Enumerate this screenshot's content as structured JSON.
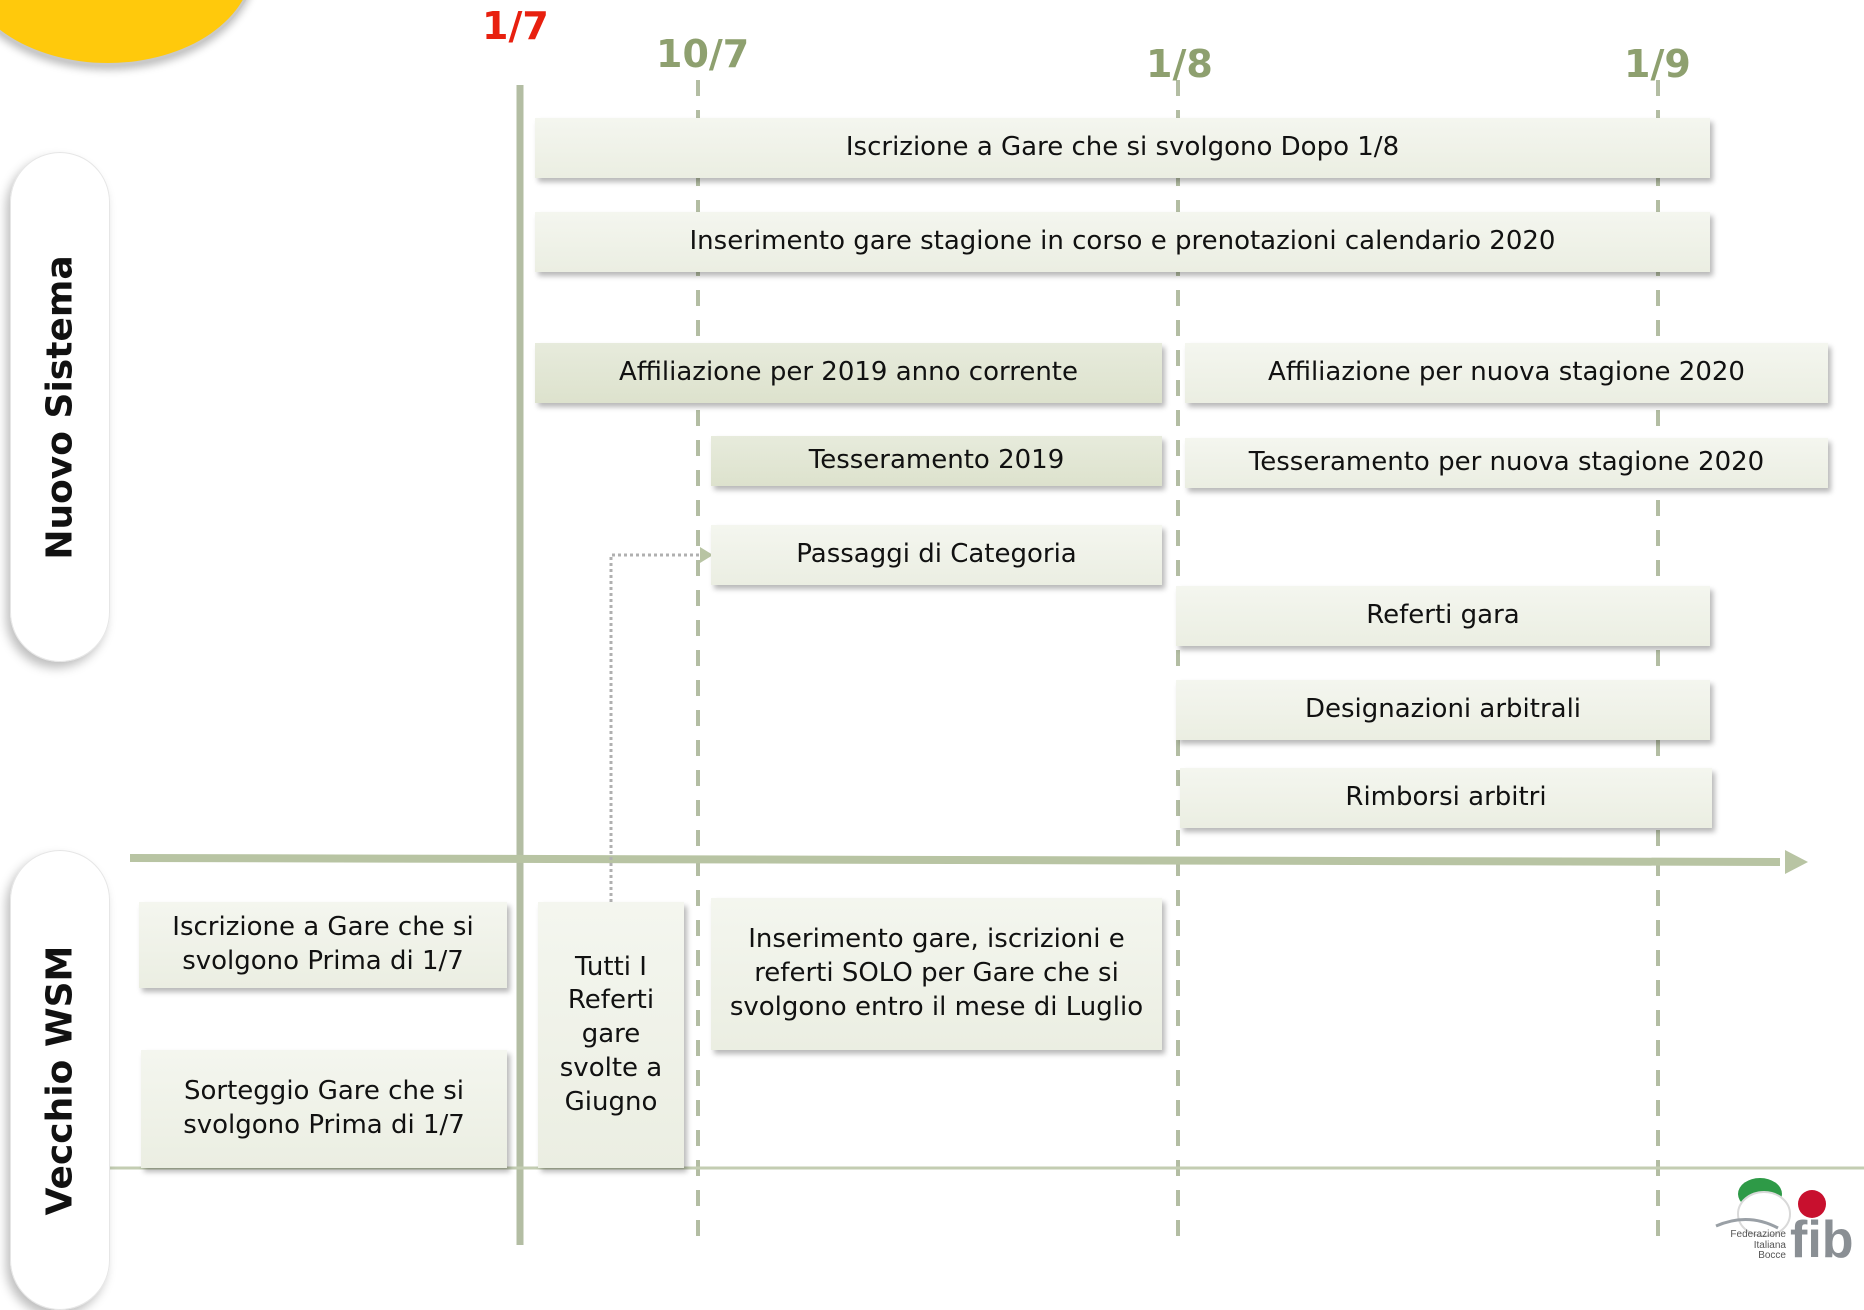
{
  "dates": {
    "d1": "1/7",
    "d2": "10/7",
    "d3": "1/8",
    "d4": "1/9"
  },
  "sections": {
    "nuovo": "Nuovo  Sistema",
    "vecchio": "Vecchio WSM"
  },
  "nuovo_boxes": {
    "iscrizione_dopo": "Iscrizione a Gare che si svolgono Dopo 1/8",
    "inserimento_stagione": "Inserimento gare stagione in corso e prenotazioni calendario 2020",
    "affiliazione_2019": "Affiliazione per 2019 anno corrente",
    "affiliazione_2020": "Affiliazione per nuova stagione 2020",
    "tesseramento_2019": "Tesseramento 2019",
    "tesseramento_2020": "Tesseramento per nuova stagione 2020",
    "passaggi": "Passaggi di Categoria",
    "referti": "Referti gara",
    "designazioni": "Designazioni arbitrali",
    "rimborsi": "Rimborsi arbitri"
  },
  "vecchio_boxes": {
    "iscrizione_prima": "Iscrizione a Gare che si\nsvolgono Prima di 1/7",
    "sorteggio": "Sorteggio Gare che si\nsvolgono Prima di 1/7",
    "tutti_referti": "Tutti I\nReferti\ngare\nsvolte a\nGiugno",
    "inserimento_luglio": "Inserimento gare, iscrizioni e\nreferti SOLO per  Gare che si\nsvolgono entro il mese di Luglio"
  },
  "logo": {
    "brand": "fib",
    "line1": "Federazione",
    "line2": "Italiana Bocce"
  },
  "colors": {
    "accent_red": "#e8200f",
    "accent_green": "#8ea06f",
    "box_light": "#eef1e7",
    "box_dark": "#e1e5d2",
    "sun": "#ffc90c"
  }
}
